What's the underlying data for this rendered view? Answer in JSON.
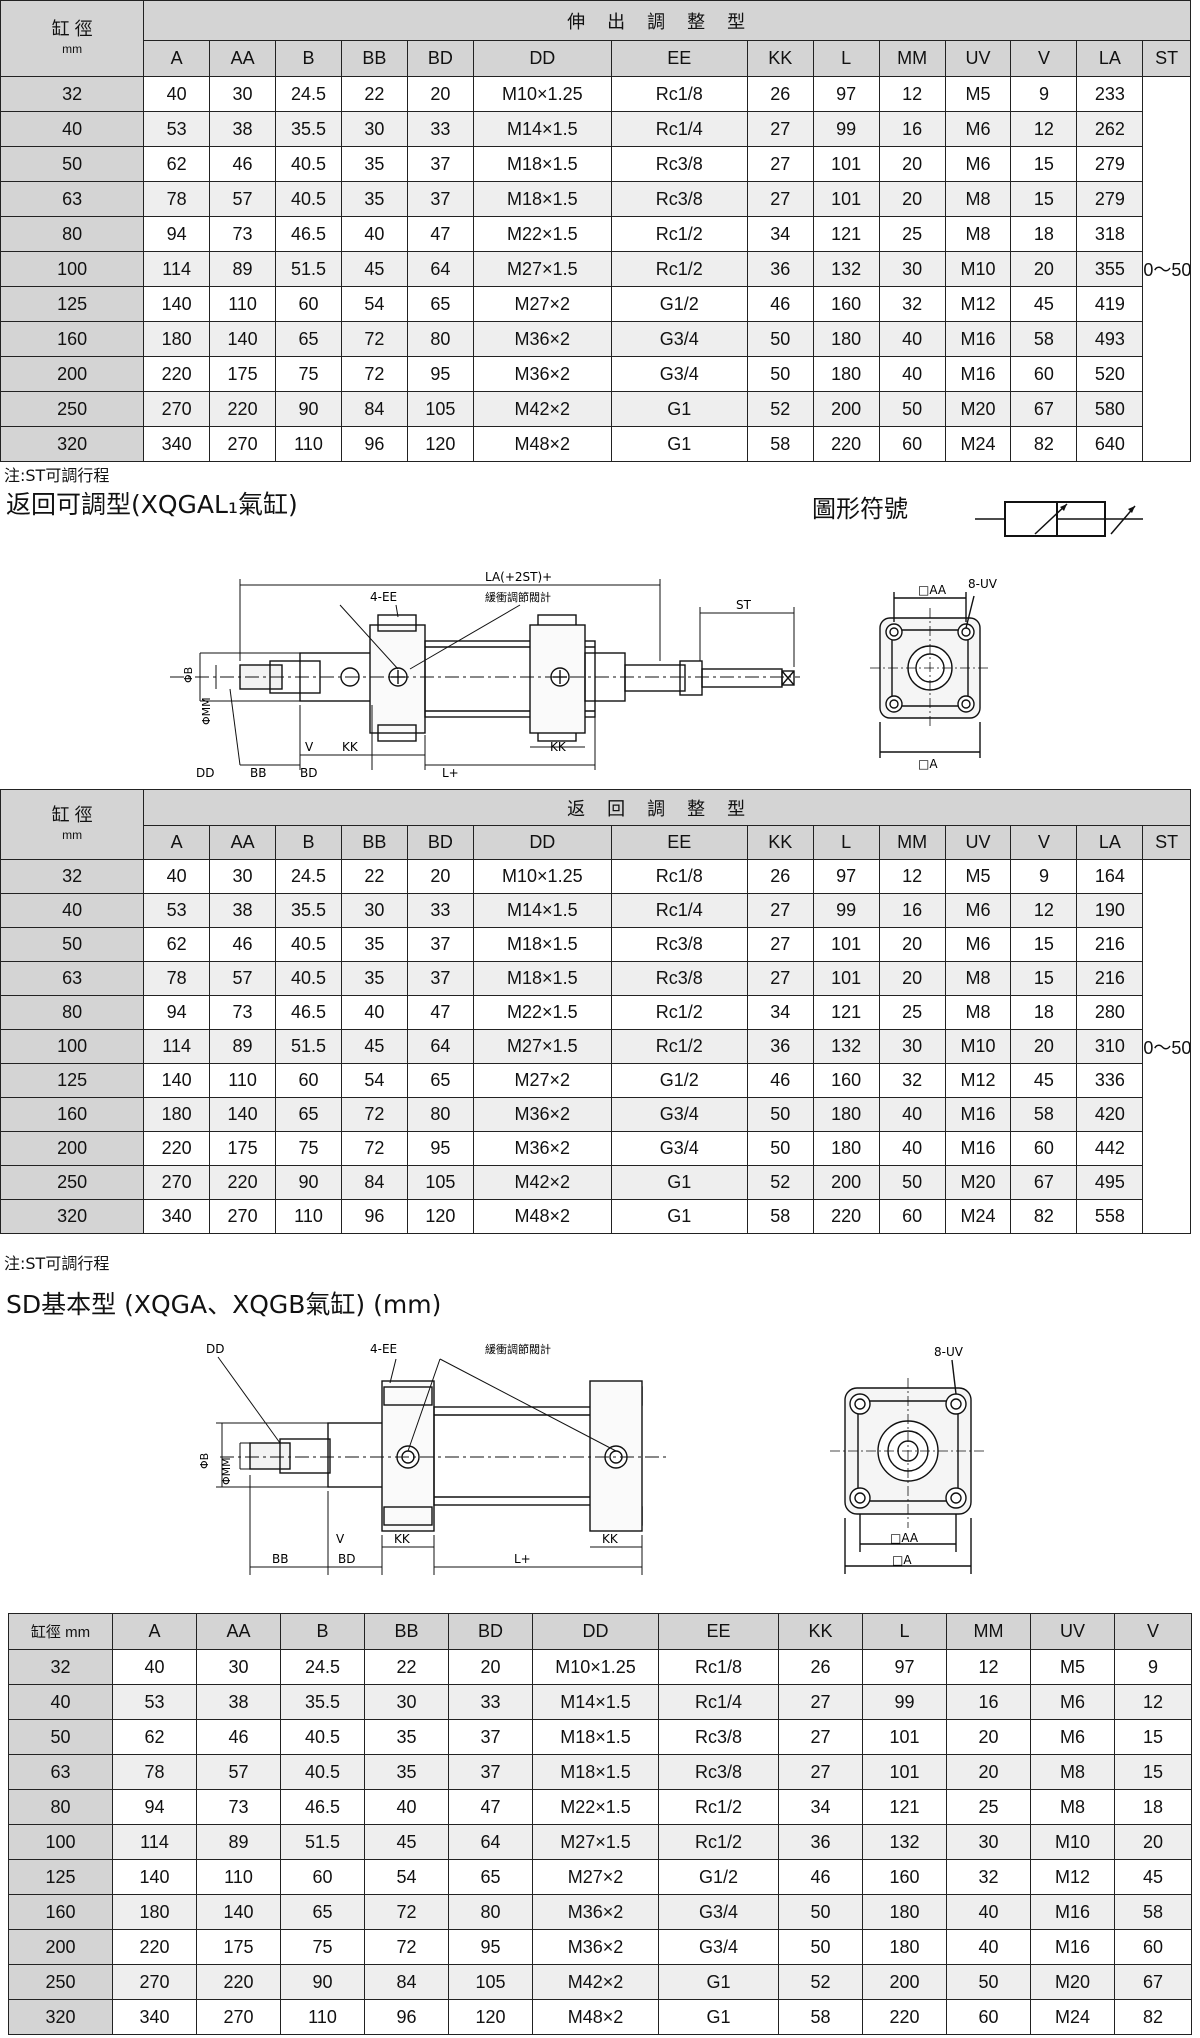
{
  "columns": [
    "A",
    "AA",
    "B",
    "BB",
    "BD",
    "DD",
    "EE",
    "KK",
    "L",
    "MM",
    "UV",
    "V",
    "LA",
    "ST"
  ],
  "columns_basic": [
    "A",
    "AA",
    "B",
    "BB",
    "BD",
    "DD",
    "EE",
    "KK",
    "L",
    "MM",
    "UV",
    "V"
  ],
  "bore_label": "缸 徑",
  "bore_unit": "mm",
  "bore_label_basic": "缸徑 mm",
  "table1": {
    "group_title": "伸出調整型",
    "st_value": "0～50",
    "rows": [
      [
        "32",
        "40",
        "30",
        "24.5",
        "22",
        "20",
        "M10×1.25",
        "Rc1/8",
        "26",
        "97",
        "12",
        "M5",
        "9",
        "233"
      ],
      [
        "40",
        "53",
        "38",
        "35.5",
        "30",
        "33",
        "M14×1.5",
        "Rc1/4",
        "27",
        "99",
        "16",
        "M6",
        "12",
        "262"
      ],
      [
        "50",
        "62",
        "46",
        "40.5",
        "35",
        "37",
        "M18×1.5",
        "Rc3/8",
        "27",
        "101",
        "20",
        "M6",
        "15",
        "279"
      ],
      [
        "63",
        "78",
        "57",
        "40.5",
        "35",
        "37",
        "M18×1.5",
        "Rc3/8",
        "27",
        "101",
        "20",
        "M8",
        "15",
        "279"
      ],
      [
        "80",
        "94",
        "73",
        "46.5",
        "40",
        "47",
        "M22×1.5",
        "Rc1/2",
        "34",
        "121",
        "25",
        "M8",
        "18",
        "318"
      ],
      [
        "100",
        "114",
        "89",
        "51.5",
        "45",
        "64",
        "M27×1.5",
        "Rc1/2",
        "36",
        "132",
        "30",
        "M10",
        "20",
        "355"
      ],
      [
        "125",
        "140",
        "110",
        "60",
        "54",
        "65",
        "M27×2",
        "G1/2",
        "46",
        "160",
        "32",
        "M12",
        "45",
        "419"
      ],
      [
        "160",
        "180",
        "140",
        "65",
        "72",
        "80",
        "M36×2",
        "G3/4",
        "50",
        "180",
        "40",
        "M16",
        "58",
        "493"
      ],
      [
        "200",
        "220",
        "175",
        "75",
        "72",
        "95",
        "M36×2",
        "G3/4",
        "50",
        "180",
        "40",
        "M16",
        "60",
        "520"
      ],
      [
        "250",
        "270",
        "220",
        "90",
        "84",
        "105",
        "M42×2",
        "G1",
        "52",
        "200",
        "50",
        "M20",
        "67",
        "580"
      ],
      [
        "320",
        "340",
        "270",
        "110",
        "96",
        "120",
        "M48×2",
        "G1",
        "58",
        "220",
        "60",
        "M24",
        "82",
        "640"
      ]
    ]
  },
  "note1": "注:ST可調行程",
  "section2_title": "返回可調型(XQGAL₁氣缸)",
  "symbol_label": "圖形符號",
  "drawing2": {
    "la": "LA(+2ST)+",
    "ee": "4-EE",
    "cushion": "緩衝調節閥計",
    "st": "ST",
    "phi_b": "ΦB",
    "phi_mm": "ΦMM",
    "dd": "DD",
    "bb": "BB",
    "bd": "BD",
    "v": "V",
    "kk": "KK",
    "kk2": "KK",
    "l": "L+",
    "aa": "□AA",
    "a": "□A",
    "uv": "8-UV"
  },
  "table2": {
    "group_title": "返回調整型",
    "st_value": "0～50",
    "rows": [
      [
        "32",
        "40",
        "30",
        "24.5",
        "22",
        "20",
        "M10×1.25",
        "Rc1/8",
        "26",
        "97",
        "12",
        "M5",
        "9",
        "164"
      ],
      [
        "40",
        "53",
        "38",
        "35.5",
        "30",
        "33",
        "M14×1.5",
        "Rc1/4",
        "27",
        "99",
        "16",
        "M6",
        "12",
        "190"
      ],
      [
        "50",
        "62",
        "46",
        "40.5",
        "35",
        "37",
        "M18×1.5",
        "Rc3/8",
        "27",
        "101",
        "20",
        "M6",
        "15",
        "216"
      ],
      [
        "63",
        "78",
        "57",
        "40.5",
        "35",
        "37",
        "M18×1.5",
        "Rc3/8",
        "27",
        "101",
        "20",
        "M8",
        "15",
        "216"
      ],
      [
        "80",
        "94",
        "73",
        "46.5",
        "40",
        "47",
        "M22×1.5",
        "Rc1/2",
        "34",
        "121",
        "25",
        "M8",
        "18",
        "280"
      ],
      [
        "100",
        "114",
        "89",
        "51.5",
        "45",
        "64",
        "M27×1.5",
        "Rc1/2",
        "36",
        "132",
        "30",
        "M10",
        "20",
        "310"
      ],
      [
        "125",
        "140",
        "110",
        "60",
        "54",
        "65",
        "M27×2",
        "G1/2",
        "46",
        "160",
        "32",
        "M12",
        "45",
        "336"
      ],
      [
        "160",
        "180",
        "140",
        "65",
        "72",
        "80",
        "M36×2",
        "G3/4",
        "50",
        "180",
        "40",
        "M16",
        "58",
        "420"
      ],
      [
        "200",
        "220",
        "175",
        "75",
        "72",
        "95",
        "M36×2",
        "G3/4",
        "50",
        "180",
        "40",
        "M16",
        "60",
        "442"
      ],
      [
        "250",
        "270",
        "220",
        "90",
        "84",
        "105",
        "M42×2",
        "G1",
        "52",
        "200",
        "50",
        "M20",
        "67",
        "495"
      ],
      [
        "320",
        "340",
        "270",
        "110",
        "96",
        "120",
        "M48×2",
        "G1",
        "58",
        "220",
        "60",
        "M24",
        "82",
        "558"
      ]
    ]
  },
  "note2": "注:ST可調行程",
  "section3_title": "SD基本型 (XQGA、XQGB氣缸) (mm)",
  "drawing3": {
    "dd": "DD",
    "ee": "4-EE",
    "cushion": "緩衝調節閥計",
    "phi_b": "ΦB",
    "phi_mm": "ΦMM",
    "bb": "BB",
    "bd": "BD",
    "v": "V",
    "kk": "KK",
    "kk2": "KK",
    "l": "L+",
    "aa": "□AA",
    "a": "□A",
    "uv": "8-UV"
  },
  "table3": {
    "rows": [
      [
        "32",
        "40",
        "30",
        "24.5",
        "22",
        "20",
        "M10×1.25",
        "Rc1/8",
        "26",
        "97",
        "12",
        "M5",
        "9"
      ],
      [
        "40",
        "53",
        "38",
        "35.5",
        "30",
        "33",
        "M14×1.5",
        "Rc1/4",
        "27",
        "99",
        "16",
        "M6",
        "12"
      ],
      [
        "50",
        "62",
        "46",
        "40.5",
        "35",
        "37",
        "M18×1.5",
        "Rc3/8",
        "27",
        "101",
        "20",
        "M6",
        "15"
      ],
      [
        "63",
        "78",
        "57",
        "40.5",
        "35",
        "37",
        "M18×1.5",
        "Rc3/8",
        "27",
        "101",
        "20",
        "M8",
        "15"
      ],
      [
        "80",
        "94",
        "73",
        "46.5",
        "40",
        "47",
        "M22×1.5",
        "Rc1/2",
        "34",
        "121",
        "25",
        "M8",
        "18"
      ],
      [
        "100",
        "114",
        "89",
        "51.5",
        "45",
        "64",
        "M27×1.5",
        "Rc1/2",
        "36",
        "132",
        "30",
        "M10",
        "20"
      ],
      [
        "125",
        "140",
        "110",
        "60",
        "54",
        "65",
        "M27×2",
        "G1/2",
        "46",
        "160",
        "32",
        "M12",
        "45"
      ],
      [
        "160",
        "180",
        "140",
        "65",
        "72",
        "80",
        "M36×2",
        "G3/4",
        "50",
        "180",
        "40",
        "M16",
        "58"
      ],
      [
        "200",
        "220",
        "175",
        "75",
        "72",
        "95",
        "M36×2",
        "G3/4",
        "50",
        "180",
        "40",
        "M16",
        "60"
      ],
      [
        "250",
        "270",
        "220",
        "90",
        "84",
        "105",
        "M42×2",
        "G1",
        "52",
        "200",
        "50",
        "M20",
        "67"
      ],
      [
        "320",
        "340",
        "270",
        "110",
        "96",
        "120",
        "M48×2",
        "G1",
        "58",
        "220",
        "60",
        "M24",
        "82"
      ]
    ]
  }
}
